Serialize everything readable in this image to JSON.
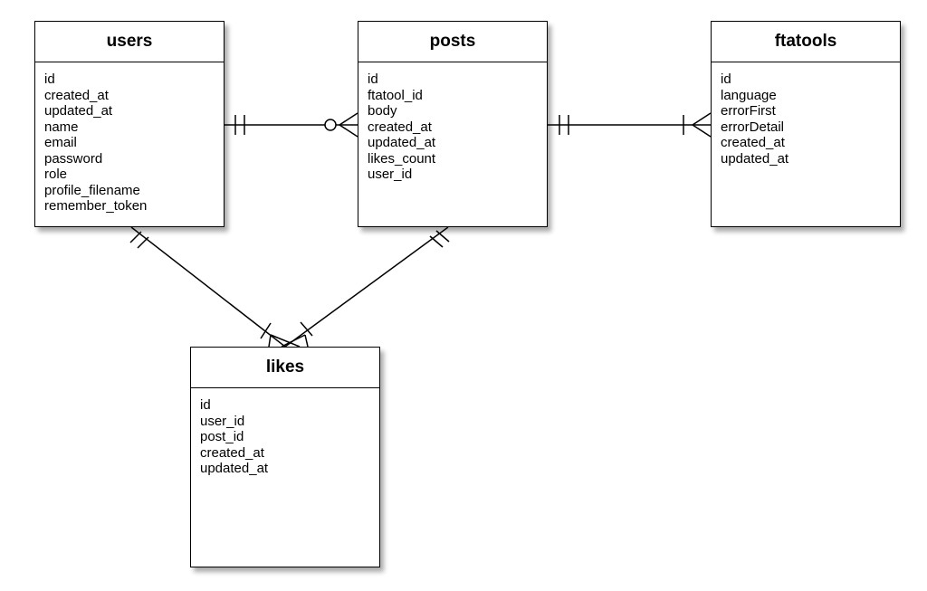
{
  "entities": [
    {
      "id": "users",
      "title": "users",
      "fields": [
        "id",
        "created_at",
        "updated_at",
        "name",
        "email",
        "password",
        "role",
        "profile_filename",
        "remember_token"
      ]
    },
    {
      "id": "posts",
      "title": "posts",
      "fields": [
        "id",
        "ftatool_id",
        "body",
        "created_at",
        "updated_at",
        "likes_count",
        "user_id"
      ]
    },
    {
      "id": "ftatools",
      "title": "ftatools",
      "fields": [
        "id",
        "language",
        "errorFirst",
        "errorDetail",
        "created_at",
        "updated_at"
      ]
    },
    {
      "id": "likes",
      "title": "likes",
      "fields": [
        "id",
        "user_id",
        "post_id",
        "created_at",
        "updated_at"
      ]
    }
  ],
  "relationships": [
    {
      "from": "users",
      "to": "posts",
      "from_cardinality": "exactly-one",
      "to_cardinality": "zero-or-many"
    },
    {
      "from": "ftatools",
      "to": "posts",
      "from_cardinality": "one-or-many",
      "to_cardinality": "exactly-one"
    },
    {
      "from": "users",
      "to": "likes",
      "from_cardinality": "exactly-one",
      "to_cardinality": "one-or-many"
    },
    {
      "from": "posts",
      "to": "likes",
      "from_cardinality": "exactly-one",
      "to_cardinality": "one-or-many"
    }
  ],
  "colors": {
    "line": "#000000",
    "box_background": "#ffffff",
    "text": "#000000"
  }
}
